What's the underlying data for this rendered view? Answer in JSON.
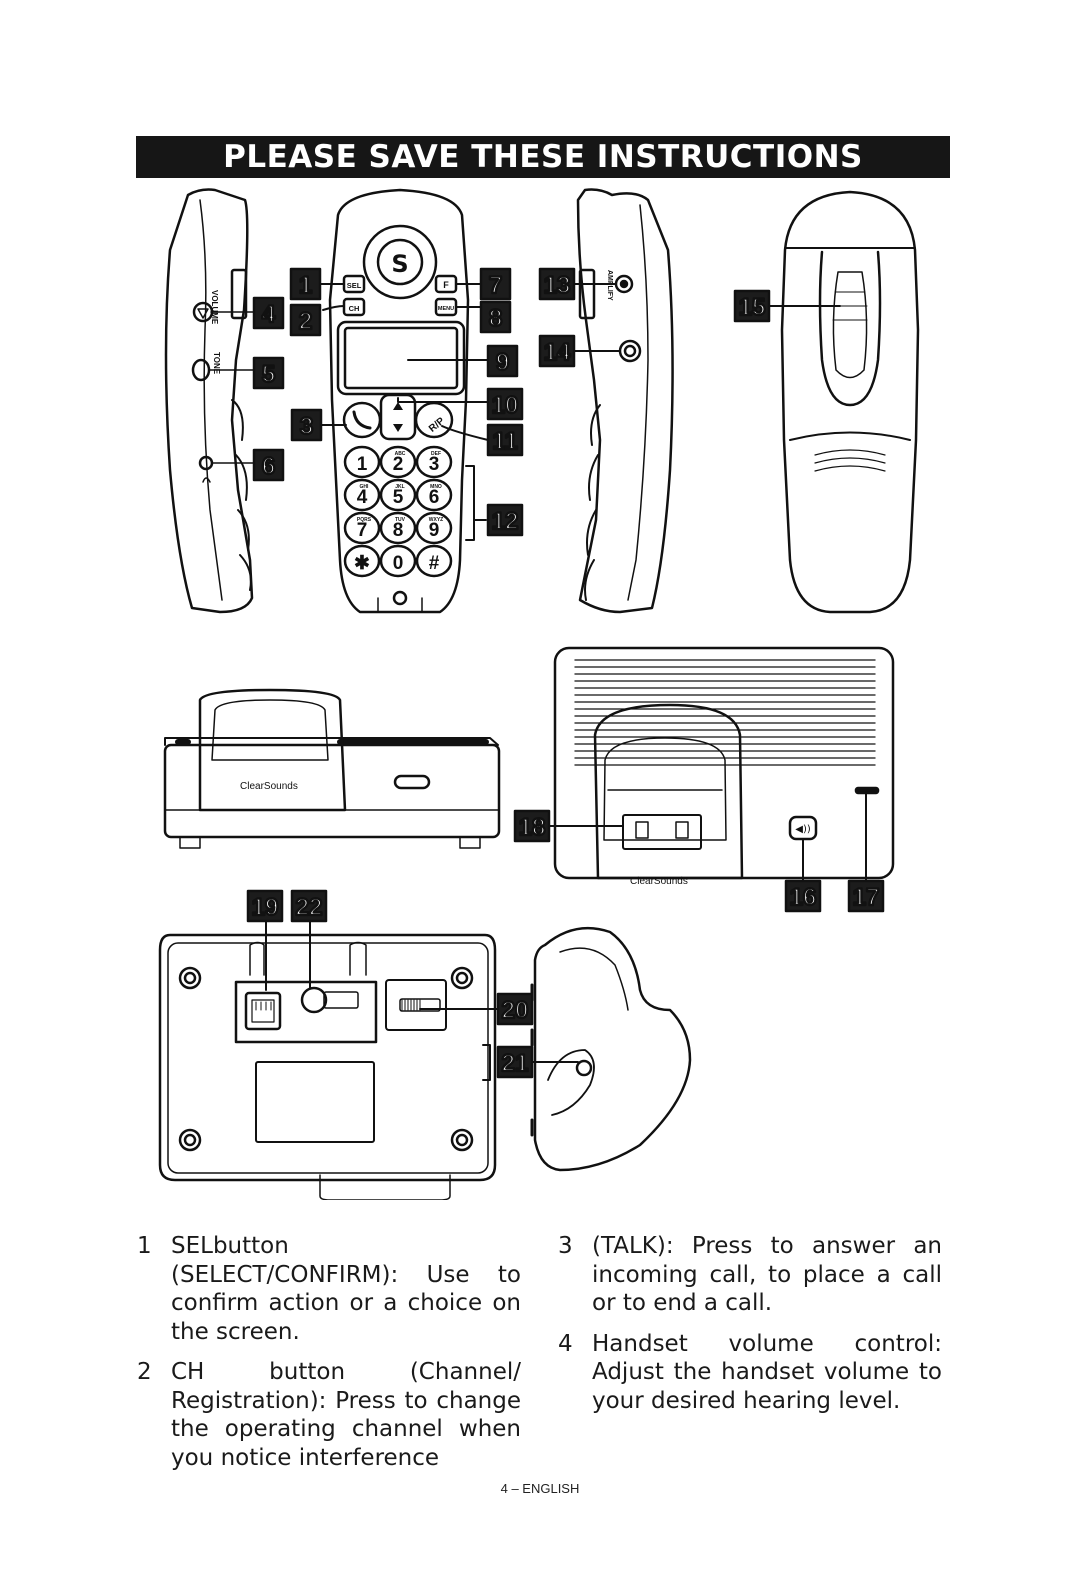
{
  "header": {
    "banner": "PLEASE SAVE THESE INSTRUCTIONS"
  },
  "handset_keys": {
    "sel": "SEL",
    "ch": "CH",
    "f": "F",
    "menu": "MENU",
    "rp": "R/P",
    "keypad": [
      {
        "digit": "1",
        "letters": ""
      },
      {
        "digit": "2",
        "letters": "ABC"
      },
      {
        "digit": "3",
        "letters": "DEF"
      },
      {
        "digit": "4",
        "letters": "GHI"
      },
      {
        "digit": "5",
        "letters": "JKL"
      },
      {
        "digit": "6",
        "letters": "MNO"
      },
      {
        "digit": "7",
        "letters": "PQRS"
      },
      {
        "digit": "8",
        "letters": "TUV"
      },
      {
        "digit": "9",
        "letters": "WXYZ"
      },
      {
        "digit": "✱",
        "letters": ""
      },
      {
        "digit": "0",
        "letters": ""
      },
      {
        "digit": "#",
        "letters": ""
      }
    ]
  },
  "side_labels": {
    "volume": "VOLUME",
    "tone": "TONE",
    "amplify": "AMPLIFY"
  },
  "brand": "ClearSounds",
  "callouts": [
    "1",
    "2",
    "3",
    "4",
    "5",
    "6",
    "7",
    "8",
    "9",
    "10",
    "11",
    "12",
    "13",
    "14",
    "15",
    "16",
    "17",
    "18",
    "19",
    "22",
    "20",
    "21"
  ],
  "descriptions": {
    "left": [
      {
        "num": "1",
        "text": "SELbutton (SELECT/CONFIRM): Use to confirm action or a choice on the screen."
      },
      {
        "num": "2",
        "text": "CH button (Channel/ Registration): Press to change the operating channel when you notice interference"
      }
    ],
    "right": [
      {
        "num": "3",
        "text": "(TALK): Press to answer an incoming call, to place a call or to end a call."
      },
      {
        "num": "4",
        "text": "Handset volume control: Adjust the handset volume to your desired hearing level."
      }
    ]
  },
  "footer": {
    "page_label": "4 – ENGLISH"
  }
}
